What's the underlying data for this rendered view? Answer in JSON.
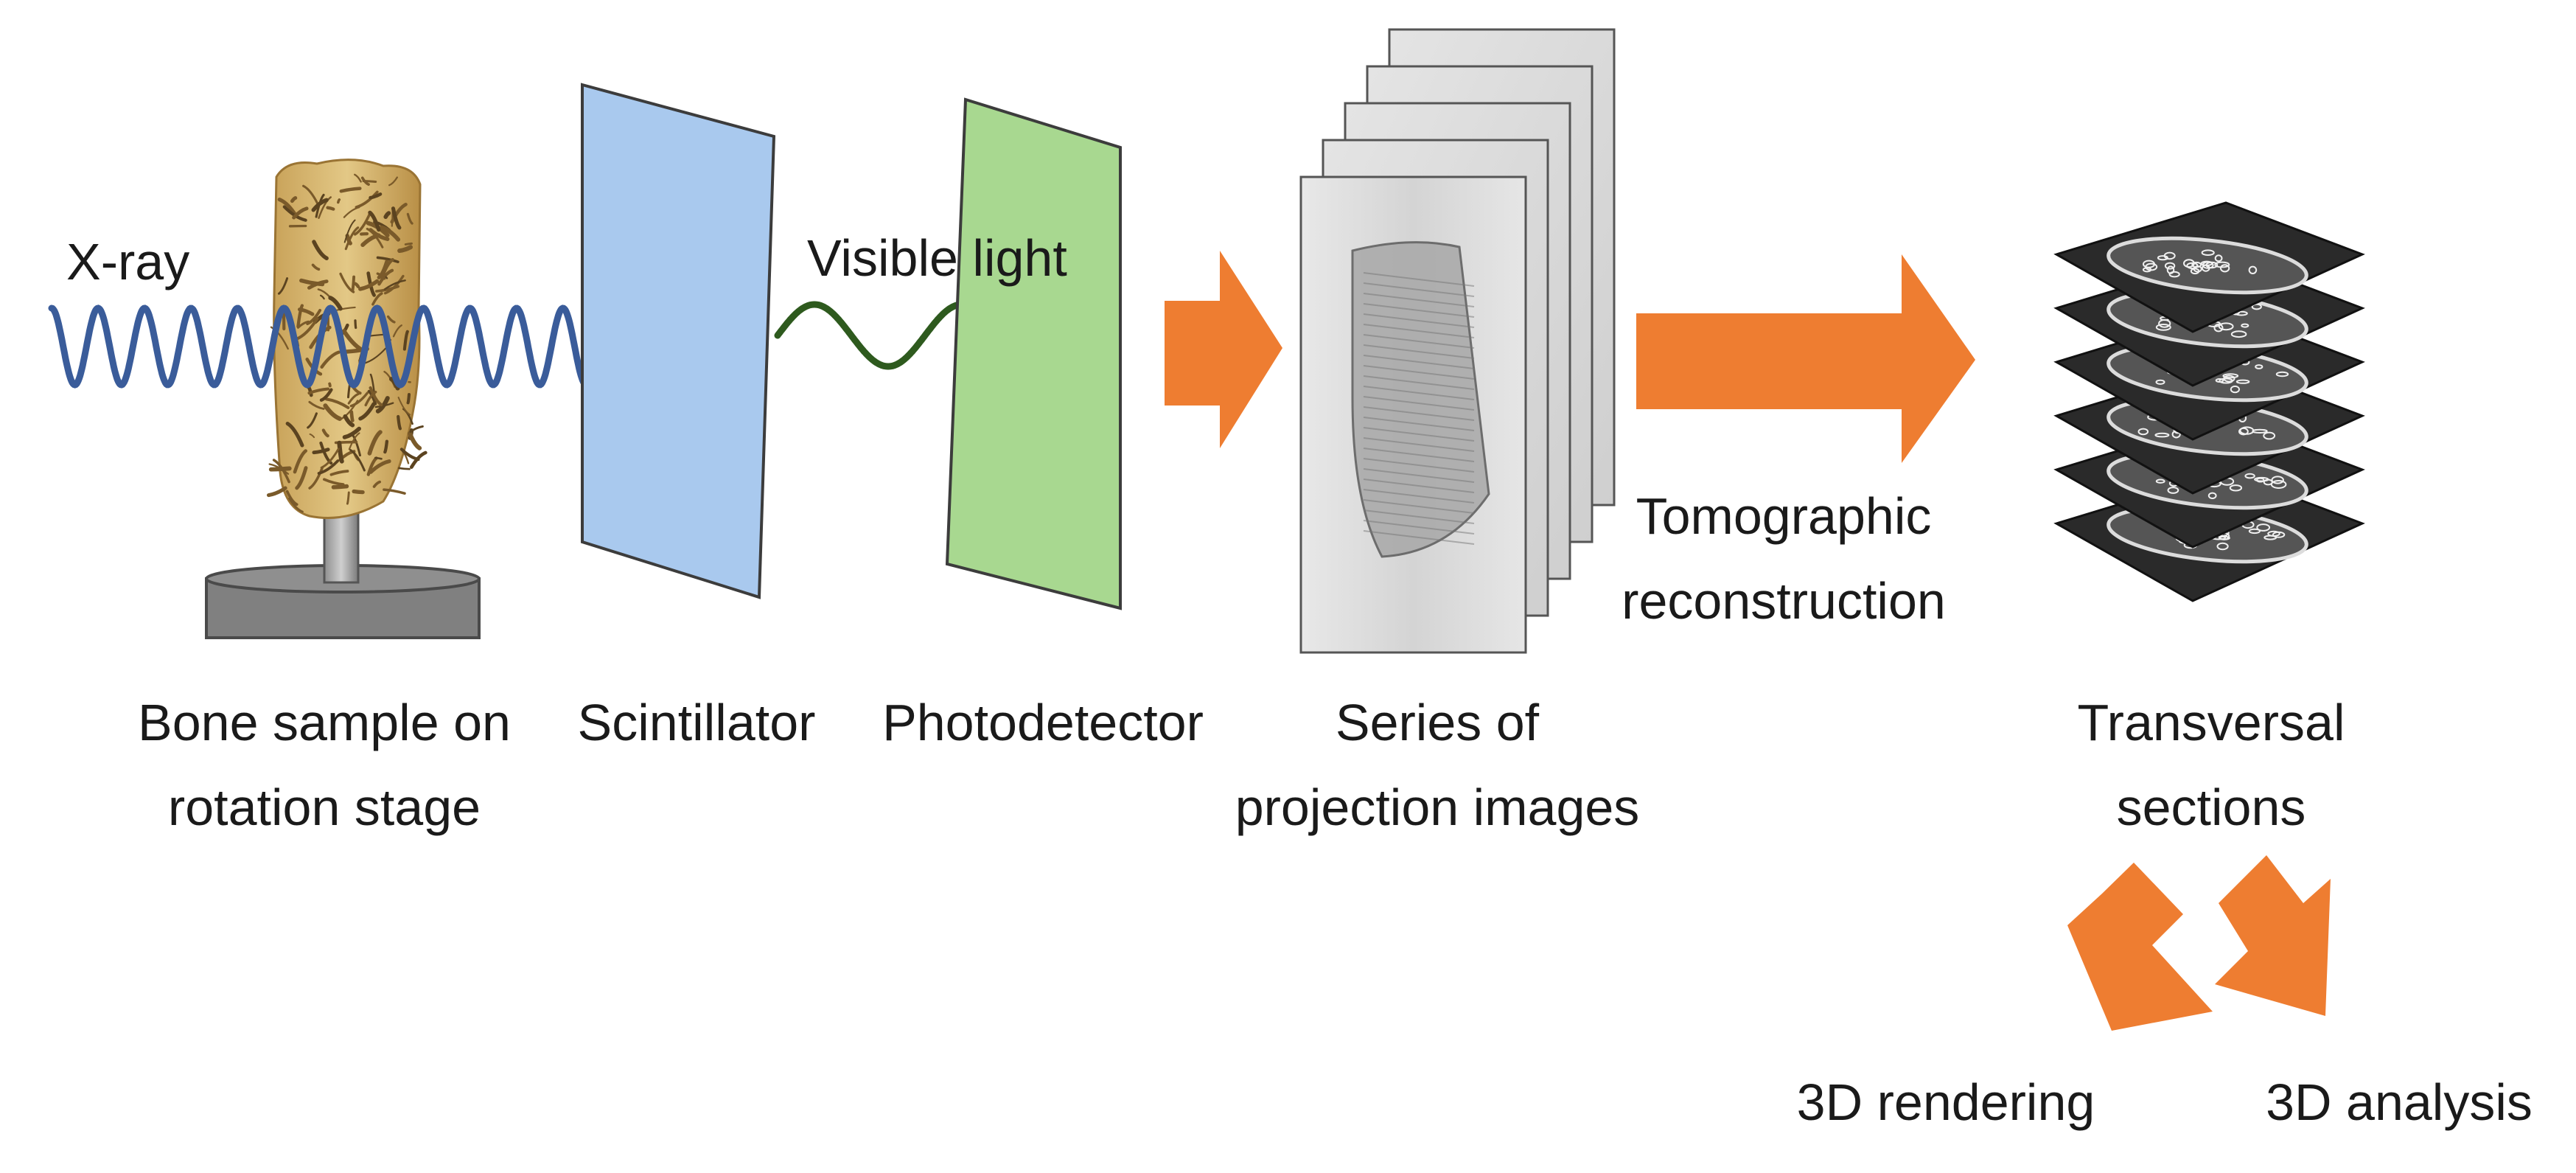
{
  "labels": {
    "xray": "X-ray",
    "visible_light": "Visible light",
    "bone_line1": "Bone sample on",
    "bone_line2": "rotation stage",
    "scintillator": "Scintillator",
    "photodetector": "Photodetector",
    "series_line1": "Series of",
    "series_line2": "projection images",
    "tomo_line1": "Tomographic",
    "tomo_line2": "reconstruction",
    "transversal_line1": "Transversal",
    "transversal_line2": "sections",
    "rendering": "3D rendering",
    "analysis": "3D analysis"
  },
  "colors": {
    "xray_wave": "#3a5c9a",
    "visible_wave": "#2e5a1e",
    "scintillator": "#a9c9ee",
    "photodetector": "#a8d890",
    "arrow": "#ee7d31",
    "bone": "#d7b56f",
    "stage": "#7a7a7a",
    "section": "#2a2a2a"
  },
  "diagram": {
    "projection_image_count": 5,
    "transversal_section_count": 6
  }
}
